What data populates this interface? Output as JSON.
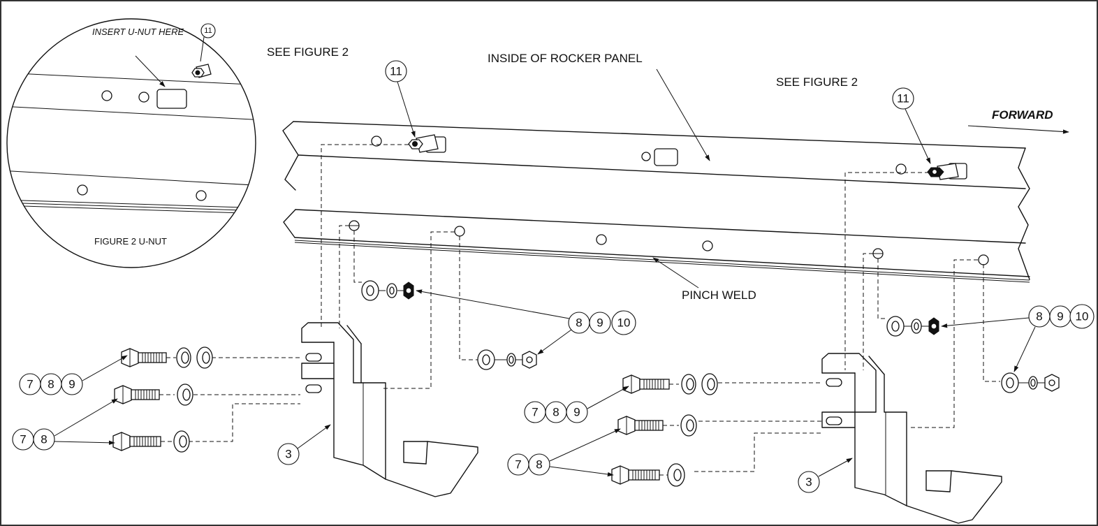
{
  "labels": {
    "see_figure_2_left": "SEE FIGURE 2",
    "see_figure_2_right": "SEE FIGURE 2",
    "inside_rocker_panel": "INSIDE  OF ROCKER PANEL",
    "forward": "FORWARD",
    "pinch_weld": "PINCH WELD",
    "insert_unut_here": "INSERT U-NUT HERE",
    "figure_2_caption": "FIGURE 2 U-NUT"
  },
  "callouts": {
    "unut_left": "11",
    "unut_right": "11",
    "unut_inset": "11",
    "group_left_bolt_top": [
      "7",
      "8",
      "9"
    ],
    "group_left_bolts_lower": [
      "7",
      "8"
    ],
    "group_left_nuts": [
      "8",
      "9",
      "10"
    ],
    "bracket_left": "3",
    "group_right_bolt_top": [
      "7",
      "8",
      "9"
    ],
    "group_right_bolts_lower": [
      "7",
      "8"
    ],
    "group_right_nuts": [
      "8",
      "9",
      "10"
    ],
    "bracket_right": "3"
  }
}
